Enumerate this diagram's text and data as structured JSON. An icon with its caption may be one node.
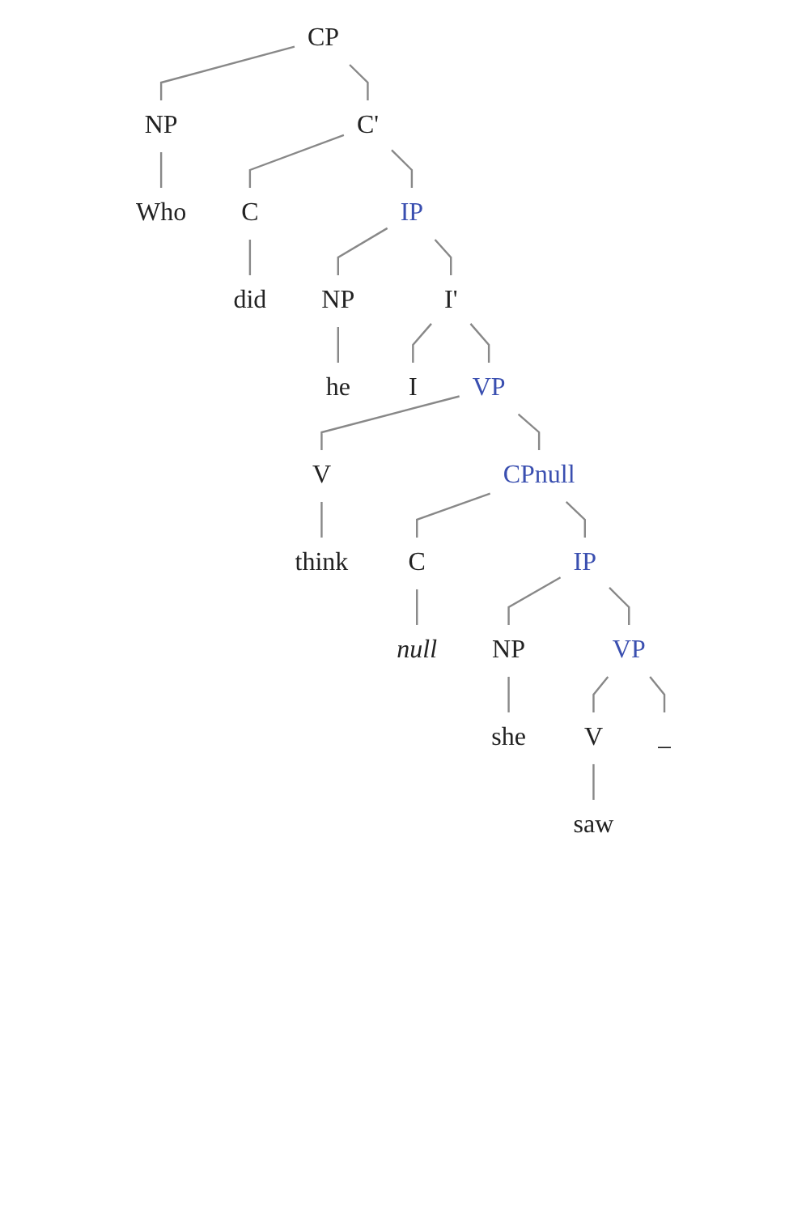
{
  "diagram": {
    "nodes": [
      {
        "text": [
          "CP"
        ]
      },
      {
        "text": [
          "NP"
        ]
      },
      {
        "text": [
          "C'"
        ]
      },
      {
        "text": [
          "Who"
        ]
      },
      {
        "text": [
          "C"
        ]
      },
      {
        "text": [
          "IP"
        ]
      },
      {
        "text": [
          "did"
        ]
      },
      {
        "text": [
          "NP"
        ]
      },
      {
        "text": [
          "I'"
        ]
      },
      {
        "text": [
          "he"
        ]
      },
      {
        "text": [
          "I"
        ]
      },
      {
        "text": [
          "VP"
        ]
      },
      {
        "text": [
          "V"
        ]
      },
      {
        "text": [
          "CPnull"
        ]
      },
      {
        "text": [
          "think"
        ]
      },
      {
        "text": [
          "C"
        ]
      },
      {
        "text": [
          "IP"
        ]
      },
      {
        "text": [
          "null"
        ]
      },
      {
        "text": [
          "NP"
        ]
      },
      {
        "text": [
          "VP"
        ]
      },
      {
        "text": [
          "she"
        ]
      },
      {
        "text": [
          "V"
        ]
      },
      {
        "text": [
          "_"
        ]
      },
      {
        "text": [
          "saw"
        ]
      }
    ],
    "edges": [
      {
        "from": 0,
        "to": 1,
        "arrow": "none"
      },
      {
        "from": 0,
        "to": 2,
        "arrow": "none"
      },
      {
        "from": 1,
        "to": 3,
        "arrow": "none"
      },
      {
        "from": 2,
        "to": 4,
        "arrow": "none"
      },
      {
        "from": 2,
        "to": 5,
        "arrow": "none"
      },
      {
        "from": 4,
        "to": 6,
        "arrow": "none"
      },
      {
        "from": 5,
        "to": 7,
        "arrow": "none"
      },
      {
        "from": 5,
        "to": 8,
        "arrow": "none"
      },
      {
        "from": 7,
        "to": 9,
        "arrow": "none"
      },
      {
        "from": 8,
        "to": 10,
        "arrow": "none"
      },
      {
        "from": 8,
        "to": 11,
        "arrow": "none"
      },
      {
        "from": 11,
        "to": 12,
        "arrow": "none"
      },
      {
        "from": 11,
        "to": 13,
        "arrow": "none"
      },
      {
        "from": 12,
        "to": 14,
        "arrow": "none"
      },
      {
        "from": 13,
        "to": 15,
        "arrow": "none"
      },
      {
        "from": 13,
        "to": 16,
        "arrow": "none"
      },
      {
        "from": 15,
        "to": 17,
        "arrow": "none"
      },
      {
        "from": 16,
        "to": 18,
        "arrow": "none"
      },
      {
        "from": 16,
        "to": 19,
        "arrow": "none"
      },
      {
        "from": 18,
        "to": 20,
        "arrow": "none"
      },
      {
        "from": 19,
        "to": 21,
        "arrow": "none"
      },
      {
        "from": 19,
        "to": 22,
        "arrow": "none"
      },
      {
        "from": 21,
        "to": 23,
        "arrow": "none"
      }
    ]
  }
}
